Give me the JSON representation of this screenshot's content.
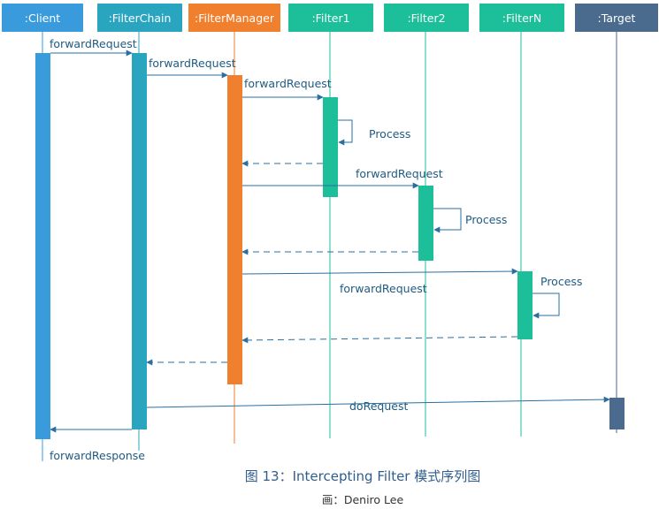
{
  "colors": {
    "client": "#3a9bdc",
    "filterchain": "#2aa5c0",
    "filtermanager": "#f07f2e",
    "filter": "#1dbf9b",
    "target": "#4a6a8e",
    "message": "#2a6fa0",
    "text": "#1f5a82"
  },
  "participants": [
    {
      "id": "client",
      "label": ":Client"
    },
    {
      "id": "filterchain",
      "label": ":FilterChain"
    },
    {
      "id": "filtermanager",
      "label": ":FilterManager"
    },
    {
      "id": "filter1",
      "label": ":Filter1"
    },
    {
      "id": "filter2",
      "label": ":Filter2"
    },
    {
      "id": "filterN",
      "label": ":FilterN"
    },
    {
      "id": "target",
      "label": ":Target"
    }
  ],
  "messages": {
    "m1": "forwardRequest",
    "m2": "forwardRequest",
    "m3": "forwardRequest",
    "p1": "Process",
    "m4": "forwardRequest",
    "p2": "Process",
    "m5": "forwardRequest",
    "p3": "Process",
    "m6": "doRequest",
    "m7": "forwardResponse"
  },
  "caption": {
    "title": "图 13：Intercepting Filter 模式序列图",
    "author": "画：Deniro Lee"
  }
}
